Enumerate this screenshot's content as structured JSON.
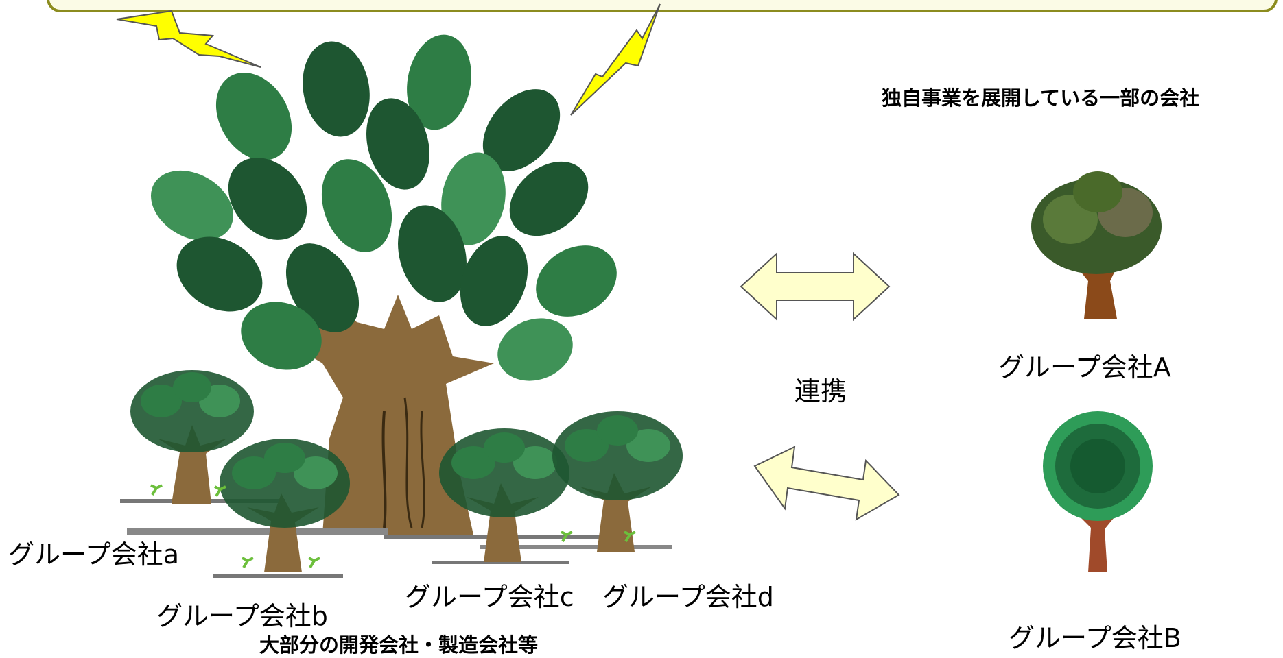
{
  "top_right_note": "独自事業を展開している一部の会社",
  "bottom_caption": "大部分の開発会社・製造会社等",
  "relation_label": "連携",
  "companies": {
    "a": "グループ会社a",
    "b": "グループ会社b",
    "c": "グループ会社c",
    "d": "グループ会社d",
    "A": "グループ会社A",
    "B": "グループ会社B"
  },
  "colors": {
    "banner_border": "#8c8c1f",
    "banner_fill": "#fbfbe6",
    "lightning_fill": "#ffff00",
    "arrow_fill": "#ffffcc",
    "trunk": "#8b6a3c",
    "leaf_dark": "#1e5631",
    "leaf_mid": "#2e7d45",
    "leaf_light": "#3f9257"
  }
}
